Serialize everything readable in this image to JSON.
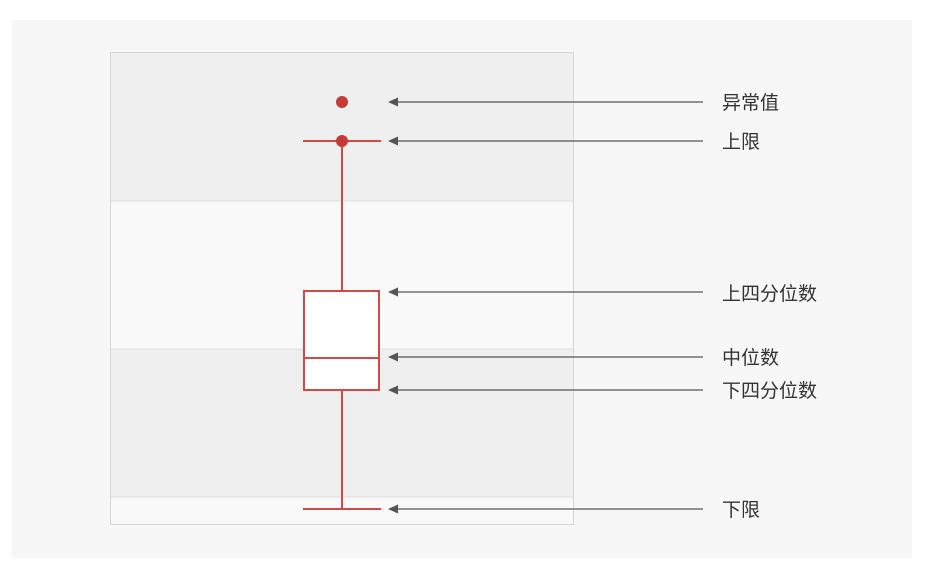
{
  "colors": {
    "page_background": "#ffffff",
    "canvas_background": "#f7f7f7",
    "band_dark": "#efefef",
    "band_light": "#f9f9f9",
    "plot_border": "#d6d6d6",
    "box_stroke": "#d04a48",
    "box_fill": "#ffffff",
    "outlier": "#c83a37",
    "arrow": "#555555",
    "label_text": "#333333"
  },
  "labels": {
    "outlier": "异常值",
    "upper_limit": "上限",
    "upper_quartile": "上四分位数",
    "median": "中位数",
    "lower_quartile": "下四分位数",
    "lower_limit": "下限"
  }
}
